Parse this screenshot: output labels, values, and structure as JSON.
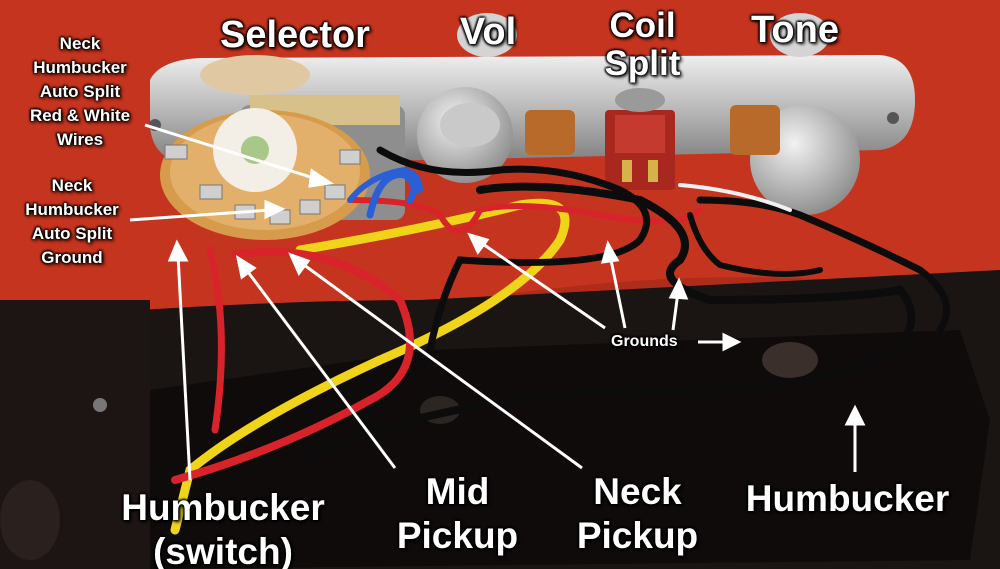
{
  "labels": {
    "selector": "Selector",
    "vol": "Vol",
    "coil_split": "Coil Split",
    "tone": "Tone",
    "neck_auto_split_wires": [
      "Neck",
      "Humbucker",
      "Auto Split",
      "Red & White",
      "Wires"
    ],
    "neck_auto_split_ground": [
      "Neck",
      "Humbucker",
      "Auto Split",
      "Ground"
    ],
    "grounds": "Grounds",
    "humbucker_switch": [
      "Humbucker",
      "(switch)"
    ],
    "mid_pickup": [
      "Mid",
      "Pickup"
    ],
    "neck_pickup": [
      "Neck",
      "Pickup"
    ],
    "humbucker": "Humbucker"
  },
  "colors": {
    "towel": "#c8351f",
    "plate": "#c9c9c9",
    "body": "#141010",
    "wire_red": "#d8232a",
    "wire_yellow": "#f0d41a",
    "wire_blue": "#2b5fd6",
    "wire_black": "#0c0c0c",
    "label": "#ffffff"
  }
}
